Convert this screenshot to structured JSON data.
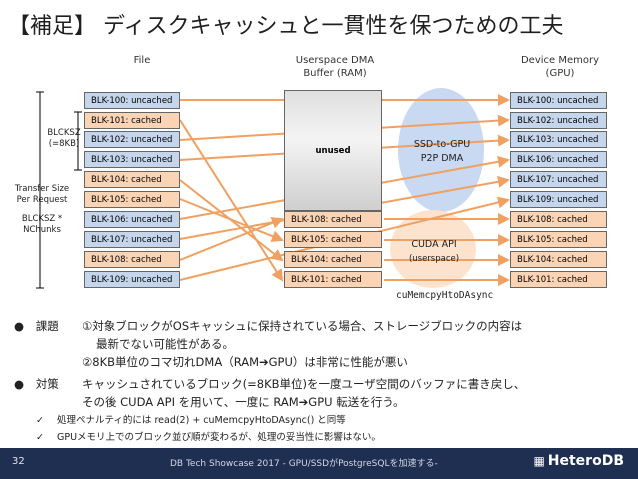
{
  "title": "【補足】 ディスクキャッシュと一貫性を保つための工夫",
  "headers": {
    "file": "File",
    "dma_line1": "Userspace DMA",
    "dma_line2": "Buffer (RAM)",
    "gpu_line1": "Device Memory",
    "gpu_line2": "(GPU)"
  },
  "side_labels": {
    "blcksz_1": "BLCKSZ",
    "blcksz_2": "(=8KB)",
    "transfer_1": "Transfer Size",
    "transfer_2": "Per Request",
    "nchunks_1": "BLCKSZ *",
    "nchunks_2": "NChunks"
  },
  "file_blocks": [
    {
      "label": "BLK-100: uncached",
      "state": "uncached"
    },
    {
      "label": "BLK-101: cached",
      "state": "cached"
    },
    {
      "label": "BLK-102: uncached",
      "state": "uncached"
    },
    {
      "label": "BLK-103: uncached",
      "state": "uncached"
    },
    {
      "label": "BLK-104: cached",
      "state": "cached"
    },
    {
      "label": "BLK-105: cached",
      "state": "cached"
    },
    {
      "label": "BLK-106: uncached",
      "state": "uncached"
    },
    {
      "label": "BLK-107: uncached",
      "state": "uncached"
    },
    {
      "label": "BLK-108: cached",
      "state": "cached"
    },
    {
      "label": "BLK-109: uncached",
      "state": "uncached"
    }
  ],
  "dma_unused": "unused",
  "dma_blocks": [
    {
      "label": "BLK-108: cached"
    },
    {
      "label": "BLK-105: cached"
    },
    {
      "label": "BLK-104: cached"
    },
    {
      "label": "BLK-101: cached"
    }
  ],
  "gpu_blocks": [
    {
      "label": "BLK-100: uncached",
      "state": "uncached"
    },
    {
      "label": "BLK-102: uncached",
      "state": "uncached"
    },
    {
      "label": "BLK-103: uncached",
      "state": "uncached"
    },
    {
      "label": "BLK-106: uncached",
      "state": "uncached"
    },
    {
      "label": "BLK-107: uncached",
      "state": "uncached"
    },
    {
      "label": "BLK-109: uncached",
      "state": "uncached"
    },
    {
      "label": "BLK-108: cached",
      "state": "cached"
    },
    {
      "label": "BLK-105: cached",
      "state": "cached"
    },
    {
      "label": "BLK-104: cached",
      "state": "cached"
    },
    {
      "label": "BLK-101: cached",
      "state": "cached"
    }
  ],
  "ssd_gpu": {
    "line1": "SSD-to-GPU",
    "line2": "P2P DMA"
  },
  "cuda_api": {
    "line1": "CUDA API",
    "line2": "(userspace)"
  },
  "cu_memcpy": "cuMemcpyHtoDAsync",
  "bullets": {
    "problem_label": "課題",
    "problem_1": "①対象ブロックがOSキャッシュに保持されている場合、ストレージブロックの内容は",
    "problem_2": "最新でない可能性がある。",
    "problem_3": "②8KB単位のコマ切れDMA（RAM➔GPU）は非常に性能が悪い",
    "solution_label": "対策",
    "solution_1": "キャッシュされているブロック(=8KB単位)を一度ユーザ空間のバッファに書き戻し、",
    "solution_2": "その後 CUDA API を用いて、一度に RAM➔GPU 転送を行う。",
    "check_1": "処理ペナルティ的には read(2) + cuMemcpyHtoDAsync() と同等",
    "check_2": "GPUメモリ上でのブロック並び順が変わるが、処理の妥当性に影響はない。"
  },
  "footer": {
    "page": "32",
    "text": "DB Tech Showcase 2017 - GPU/SSDがPostgreSQLを加速する-",
    "logo": "HeteroDB"
  },
  "colors": {
    "uncached": "#c5d6ec",
    "cached": "#fbd4b5",
    "arrow": "#f0a060",
    "ellipse_blue": "#bfd2ef",
    "ellipse_orange": "#fde0c8",
    "footer": "#1e2f52"
  }
}
